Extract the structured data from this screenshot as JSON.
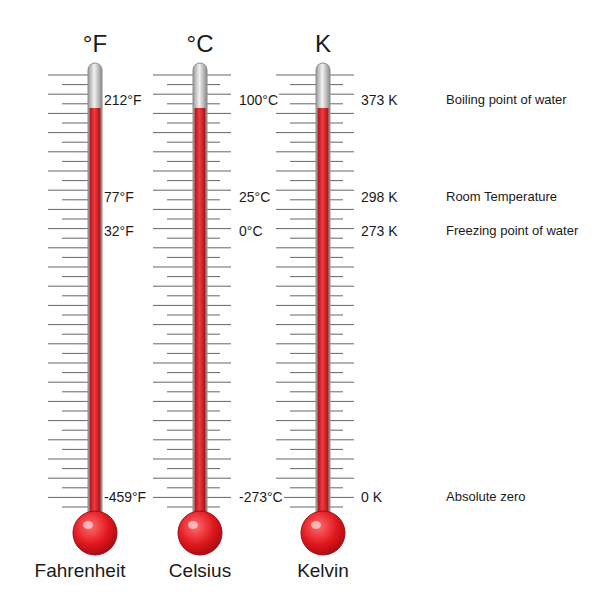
{
  "diagram": {
    "labels": [
      "°F",
      "°C",
      "K",
      "212°F",
      "100°C",
      "373 K",
      "Boiling point of water",
      "77°F",
      "25°C",
      "298 K",
      "Room Temperature",
      "32°F",
      "0°C",
      "273 K",
      "Freezing point of water",
      "-459°F",
      "-273°C",
      "0 K",
      "Absolute zero",
      "Fahrenheit",
      "Celsius",
      "Kelvin"
    ]
  }
}
